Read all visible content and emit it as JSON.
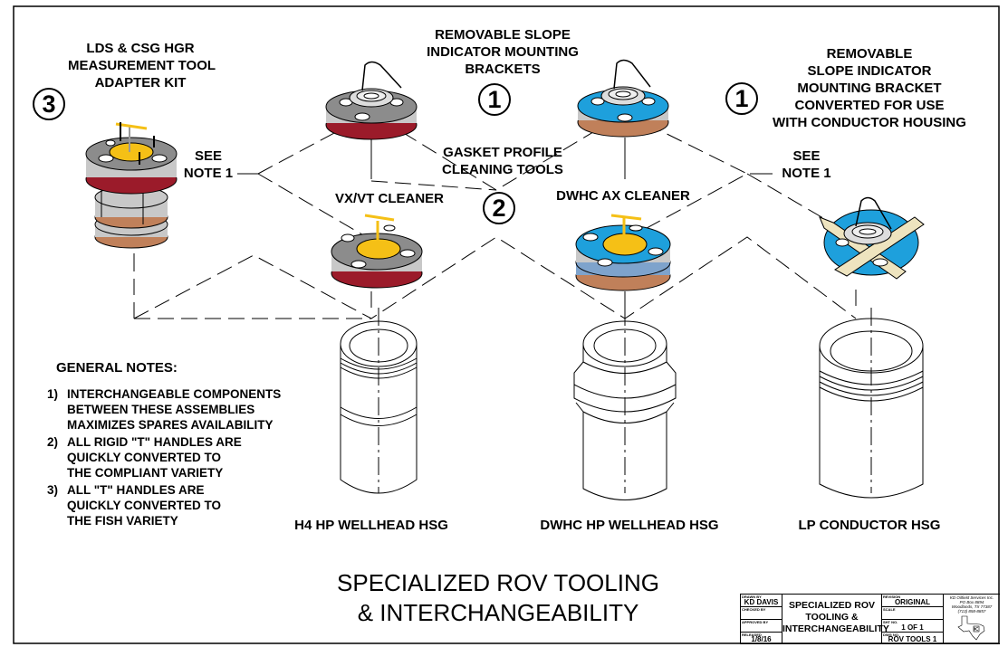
{
  "drawing": {
    "title_lines": [
      "SPECIALIZED ROV TOOLING",
      "& INTERCHANGEABILITY"
    ],
    "callouts": {
      "lds_csg": [
        "LDS & CSG HGR",
        "MEASUREMENT TOOL",
        "ADAPTER KIT"
      ],
      "slope_brackets": [
        "REMOVABLE SLOPE",
        "INDICATOR MOUNTING",
        "BRACKETS"
      ],
      "slope_converted": [
        "REMOVABLE",
        "SLOPE INDICATOR",
        "MOUNTING BRACKET",
        "CONVERTED FOR USE",
        "WITH CONDUCTOR HOUSING"
      ],
      "gasket_tools": [
        "GASKET PROFILE",
        "CLEANING TOOLS"
      ],
      "see_note_left": [
        "SEE",
        "NOTE 1"
      ],
      "see_note_right": [
        "SEE",
        "NOTE 1"
      ],
      "vx_vt_cleaner": "VX/VT CLEANER",
      "dwhc_ax_cleaner": "DWHC AX CLEANER"
    },
    "balloons": {
      "lds_kit": "3",
      "slope_brackets": "1",
      "slope_converted": "1",
      "gasket_tools": "2"
    },
    "housings": [
      {
        "label": "H4 HP WELLHEAD HSG"
      },
      {
        "label": "DWHC HP WELLHEAD HSG"
      },
      {
        "label": "LP CONDUCTOR HSG"
      }
    ],
    "general_notes": {
      "heading": "GENERAL NOTES:",
      "items": [
        {
          "num": "1)",
          "lines": [
            "INTERCHANGEABLE COMPONENTS",
            "BETWEEN THESE ASSEMBLIES",
            "MAXIMIZES SPARES AVAILABILITY"
          ]
        },
        {
          "num": "2)",
          "lines": [
            "ALL RIGID \"T\" HANDLES ARE",
            "QUICKLY CONVERTED TO",
            "THE COMPLIANT VARIETY"
          ]
        },
        {
          "num": "3)",
          "lines": [
            "ALL \"T\" HANDLES ARE",
            "QUICKLY CONVERTED TO",
            "THE FISH VARIETY"
          ]
        }
      ]
    }
  },
  "title_block": {
    "drawn_by_caption": "DRAWN BY",
    "drawn_by": "KD DAVIS",
    "checked_by_caption": "CHECKED BY",
    "checked_by": "",
    "approved_by_caption": "APPROVED BY",
    "approved_by": "",
    "released_caption": "RELEASED",
    "released": "1/8/16",
    "title_lines": [
      "SPECIALIZED ROV",
      "TOOLING &",
      "INTERCHANGEABILITY"
    ],
    "revision_caption": "REVISION",
    "revision": "ORIGINAL",
    "scale_caption": "SCALE",
    "scale": "",
    "sheet_caption": "SHT NO.",
    "sheet": "1 OF 1",
    "dwg_caption": "DWG NO.",
    "dwg_no": "ROV TOOLS 1",
    "company_lines": [
      "KD Oilfield Services Inc.",
      "PO Box 8894",
      "Woodlands, TX 77387",
      "(713) 858-8857"
    ]
  },
  "colors": {
    "gray_plate": "#8c8c8c",
    "gray_light": "#c8c8c8",
    "blue_plate": "#1ea0dc",
    "yellow_center": "#f5c016",
    "red_seal": "#9b1b2a",
    "copper_seal": "#c0805a",
    "tan_bracket": "#eee4bf",
    "line": "#000000"
  }
}
